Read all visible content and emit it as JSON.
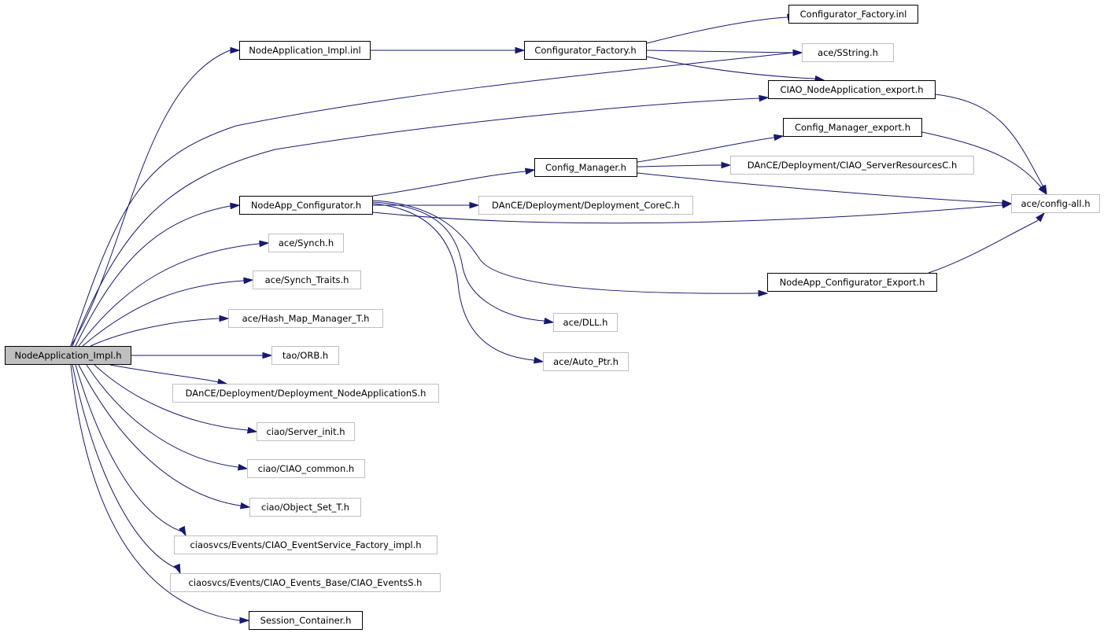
{
  "diagram": {
    "edge_color": "#191970",
    "root_fill": "#bfbfbf",
    "external_border": "#bfbfbf",
    "nodes": [
      {
        "id": "root",
        "label": "NodeApplication_Impl.h",
        "kind": "root"
      },
      {
        "id": "impl_inl",
        "label": "NodeApplication_Impl.inl",
        "kind": "linked"
      },
      {
        "id": "cfg_factory_h",
        "label": "Configurator_Factory.h",
        "kind": "linked"
      },
      {
        "id": "cfg_factory_inl",
        "label": "Configurator_Factory.inl",
        "kind": "linked"
      },
      {
        "id": "sstring",
        "label": "ace/SString.h",
        "kind": "external"
      },
      {
        "id": "ciao_na_export",
        "label": "CIAO_NodeApplication_export.h",
        "kind": "linked"
      },
      {
        "id": "cfg_mgr_export",
        "label": "Config_Manager_export.h",
        "kind": "linked"
      },
      {
        "id": "cfg_mgr",
        "label": "Config_Manager.h",
        "kind": "linked"
      },
      {
        "id": "server_res",
        "label": "DAnCE/Deployment/CIAO_ServerResourcesC.h",
        "kind": "external"
      },
      {
        "id": "config_all",
        "label": "ace/config-all.h",
        "kind": "external"
      },
      {
        "id": "nodeapp_cfg",
        "label": "NodeApp_Configurator.h",
        "kind": "linked"
      },
      {
        "id": "deploy_core",
        "label": "DAnCE/Deployment/Deployment_CoreC.h",
        "kind": "external"
      },
      {
        "id": "nodeapp_cfg_export",
        "label": "NodeApp_Configurator_Export.h",
        "kind": "linked"
      },
      {
        "id": "synch",
        "label": "ace/Synch.h",
        "kind": "external"
      },
      {
        "id": "synch_traits",
        "label": "ace/Synch_Traits.h",
        "kind": "external"
      },
      {
        "id": "dll",
        "label": "ace/DLL.h",
        "kind": "external"
      },
      {
        "id": "hash_map",
        "label": "ace/Hash_Map_Manager_T.h",
        "kind": "external"
      },
      {
        "id": "auto_ptr",
        "label": "ace/Auto_Ptr.h",
        "kind": "external"
      },
      {
        "id": "orb",
        "label": "tao/ORB.h",
        "kind": "external"
      },
      {
        "id": "deploy_nas",
        "label": "DAnCE/Deployment/Deployment_NodeApplicationS.h",
        "kind": "external"
      },
      {
        "id": "server_init",
        "label": "ciao/Server_init.h",
        "kind": "external"
      },
      {
        "id": "ciao_common",
        "label": "ciao/CIAO_common.h",
        "kind": "external"
      },
      {
        "id": "object_set",
        "label": "ciao/Object_Set_T.h",
        "kind": "external"
      },
      {
        "id": "event_factory",
        "label": "ciaosvcs/Events/CIAO_EventService_Factory_impl.h",
        "kind": "external"
      },
      {
        "id": "events_s",
        "label": "ciaosvcs/Events/CIAO_Events_Base/CIAO_EventsS.h",
        "kind": "external"
      },
      {
        "id": "session_container",
        "label": "Session_Container.h",
        "kind": "linked"
      }
    ],
    "edges": [
      {
        "from": "root",
        "to": "impl_inl"
      },
      {
        "from": "root",
        "to": "sstring"
      },
      {
        "from": "root",
        "to": "ciao_na_export"
      },
      {
        "from": "root",
        "to": "nodeapp_cfg"
      },
      {
        "from": "root",
        "to": "synch"
      },
      {
        "from": "root",
        "to": "synch_traits"
      },
      {
        "from": "root",
        "to": "hash_map"
      },
      {
        "from": "root",
        "to": "orb"
      },
      {
        "from": "root",
        "to": "deploy_nas"
      },
      {
        "from": "root",
        "to": "server_init"
      },
      {
        "from": "root",
        "to": "ciao_common"
      },
      {
        "from": "root",
        "to": "object_set"
      },
      {
        "from": "root",
        "to": "event_factory"
      },
      {
        "from": "root",
        "to": "events_s"
      },
      {
        "from": "root",
        "to": "session_container"
      },
      {
        "from": "impl_inl",
        "to": "cfg_factory_h"
      },
      {
        "from": "cfg_factory_h",
        "to": "cfg_factory_inl"
      },
      {
        "from": "cfg_factory_h",
        "to": "sstring"
      },
      {
        "from": "cfg_factory_h",
        "to": "ciao_na_export"
      },
      {
        "from": "ciao_na_export",
        "to": "config_all"
      },
      {
        "from": "cfg_mgr_export",
        "to": "config_all"
      },
      {
        "from": "cfg_mgr",
        "to": "cfg_mgr_export"
      },
      {
        "from": "cfg_mgr",
        "to": "server_res"
      },
      {
        "from": "cfg_mgr",
        "to": "config_all"
      },
      {
        "from": "nodeapp_cfg",
        "to": "cfg_mgr"
      },
      {
        "from": "nodeapp_cfg",
        "to": "deploy_core"
      },
      {
        "from": "nodeapp_cfg",
        "to": "config_all"
      },
      {
        "from": "nodeapp_cfg",
        "to": "nodeapp_cfg_export"
      },
      {
        "from": "nodeapp_cfg",
        "to": "dll"
      },
      {
        "from": "nodeapp_cfg",
        "to": "auto_ptr"
      },
      {
        "from": "nodeapp_cfg_export",
        "to": "config_all"
      }
    ]
  }
}
